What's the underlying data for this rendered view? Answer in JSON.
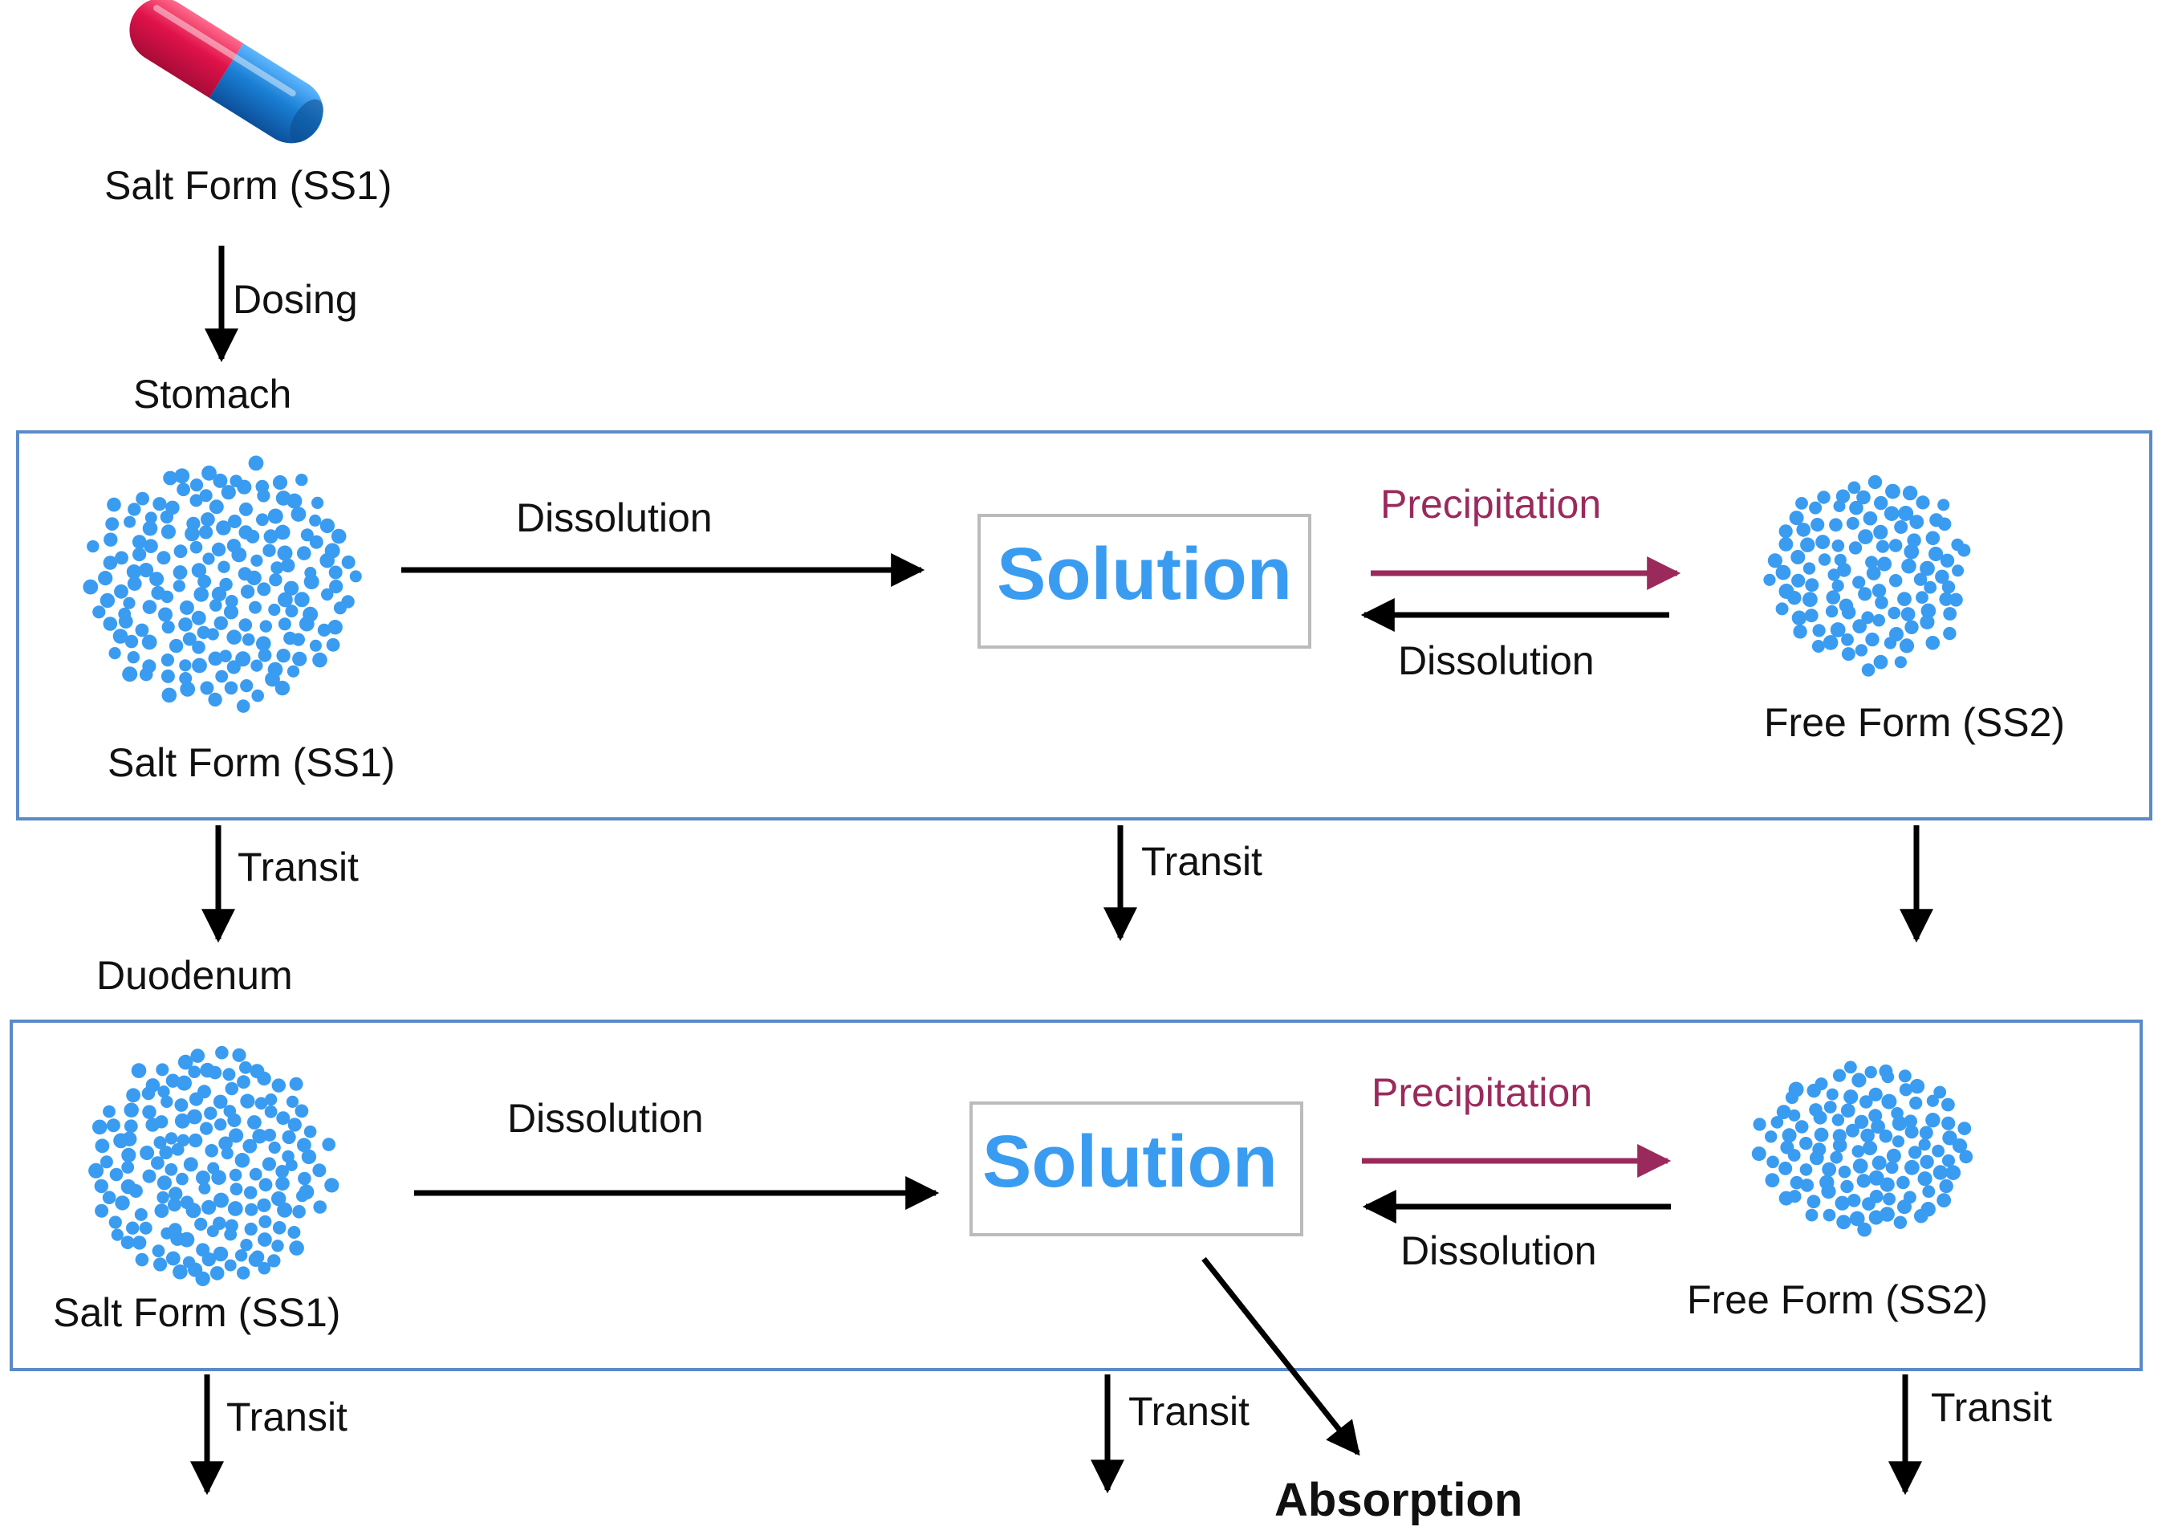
{
  "colors": {
    "particles": "#3a9cf0",
    "solution_text": "#3a9cf0",
    "precipitation": "#9a2a5c",
    "compartment_border": "#5a8ac8",
    "solution_box_border": "#bbbbbb",
    "arrow": "#000000",
    "capsule_red": "#e0124a",
    "capsule_blue": "#1a7fd4"
  },
  "icons": {
    "capsule": "capsule-icon"
  },
  "top": {
    "dose_label": "Salt Form (SS1)",
    "dosing_label": "Dosing",
    "stomach_label": "Stomach"
  },
  "stomach": {
    "salt_label": "Salt Form (SS1)",
    "dissolution_label": "Dissolution",
    "solution_label": "Solution",
    "precipitation_label": "Precipitation",
    "redissolution_label": "Dissolution",
    "free_label": "Free Form (SS2)"
  },
  "between": {
    "transit_salt": "Transit",
    "transit_solution": "Transit",
    "duodenum_label": "Duodenum"
  },
  "duodenum": {
    "salt_label": "Salt Form (SS1)",
    "dissolution_label": "Dissolution",
    "solution_label": "Solution",
    "precipitation_label": "Precipitation",
    "redissolution_label": "Dissolution",
    "free_label": "Free Form (SS2)"
  },
  "bottom": {
    "transit_salt": "Transit",
    "transit_solution": "Transit",
    "transit_free": "Transit",
    "absorption_label": "Absorption"
  }
}
